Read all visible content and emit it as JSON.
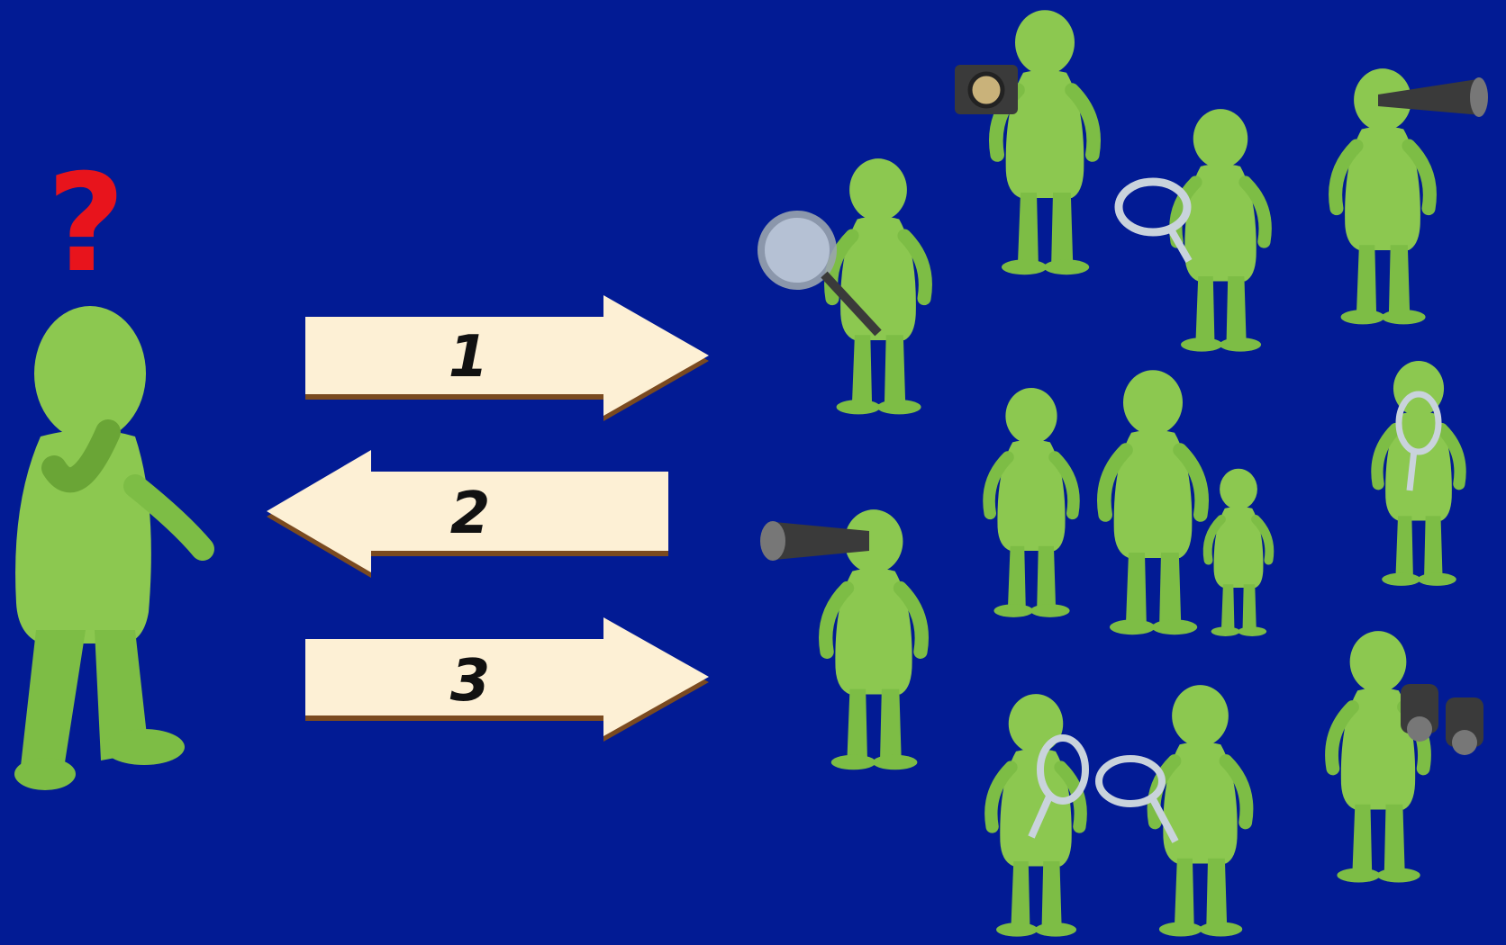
{
  "colors": {
    "background": "#021b94",
    "figure": "#8cc850",
    "figure_shade": "#6aa536",
    "arrow_fill": "#fdf0d5",
    "arrow_shadow": "#7a4a20",
    "question": "#e8141c",
    "tool": "#3a3a3a",
    "lens": "#c9d3dc"
  },
  "thinker": {
    "question_mark": "?"
  },
  "arrows": [
    {
      "label": "1",
      "direction": "right"
    },
    {
      "label": "2",
      "direction": "left"
    },
    {
      "label": "3",
      "direction": "right"
    }
  ],
  "crowd": [
    {
      "tool": "magnifier-icon"
    },
    {
      "tool": "camera-icon"
    },
    {
      "tool": "magnifier-icon"
    },
    {
      "tool": "telescope-icon"
    },
    {
      "tool": "telescope-icon"
    },
    {
      "tool": "none"
    },
    {
      "tool": "none"
    },
    {
      "tool": "none"
    },
    {
      "tool": "magnifier-icon"
    },
    {
      "tool": "magnifier-icon"
    },
    {
      "tool": "magnifier-icon"
    },
    {
      "tool": "binoculars-icon"
    }
  ]
}
